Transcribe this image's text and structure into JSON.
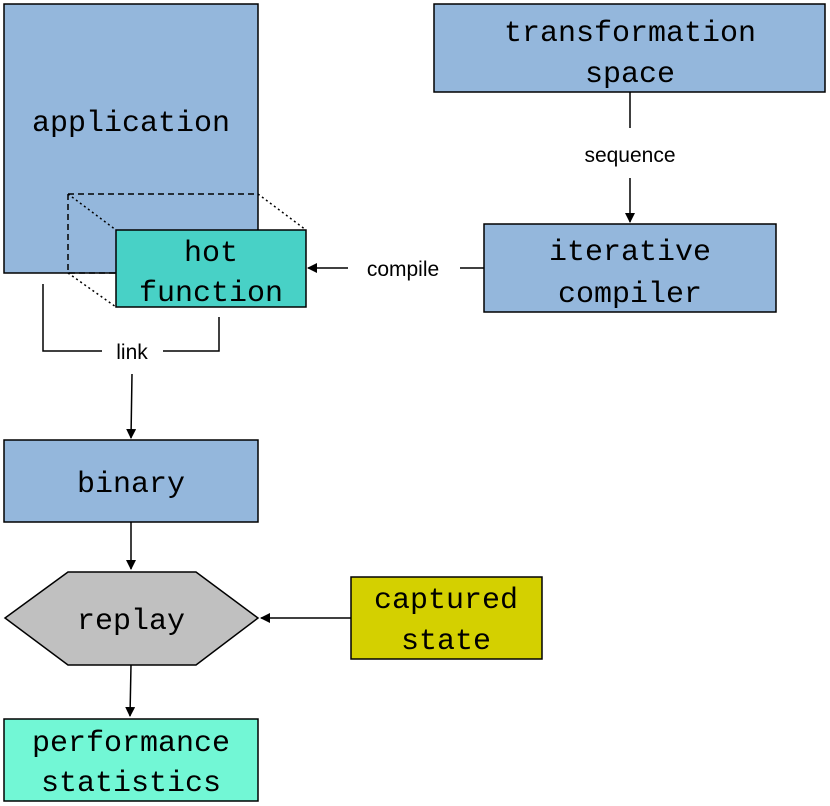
{
  "colors": {
    "blue": "#94b7dc",
    "teal": "#48d1c6",
    "gray": "#c0c0c0",
    "olive": "#d4d000",
    "mint": "#72f7d5"
  },
  "nodes": {
    "application": "application",
    "transformation_space": [
      "transformation",
      "space"
    ],
    "hot_function": [
      "hot",
      "function"
    ],
    "iterative_compiler": [
      "iterative",
      "compiler"
    ],
    "binary": "binary",
    "replay": "replay",
    "captured_state": [
      "captured",
      "state"
    ],
    "performance_statistics": [
      "performance",
      "statistics"
    ]
  },
  "edges": {
    "sequence": "sequence",
    "compile": "compile",
    "link": "link"
  }
}
